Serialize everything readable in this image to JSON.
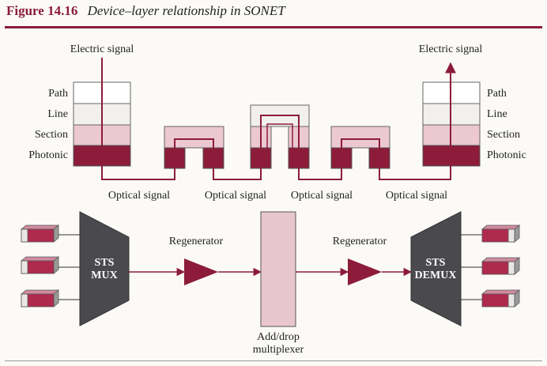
{
  "figure": {
    "number": "Figure 14.16",
    "caption": "Device–layer relationship in SONET"
  },
  "signals": {
    "electric_left": "Electric signal",
    "electric_right": "Electric signal",
    "optical": [
      "Optical signal",
      "Optical signal",
      "Optical signal",
      "Optical signal"
    ]
  },
  "layers": {
    "left": [
      "Path",
      "Line",
      "Section",
      "Photonic"
    ],
    "right": [
      "Path",
      "Line",
      "Section",
      "Photonic"
    ]
  },
  "devices": {
    "mux_line1": "STS",
    "mux_line2": "MUX",
    "demux_line1": "STS",
    "demux_line2": "DEMUX",
    "regenerator_left": "Regenerator",
    "regenerator_right": "Regenerator",
    "adm_line1": "Add/drop",
    "adm_line2": "multiplexer"
  },
  "colors": {
    "accent": "#8c1c3a",
    "section_fill": "#ecc8d2",
    "line_fill": "#f1f0ee",
    "device_gray": "#4a4a4e"
  }
}
